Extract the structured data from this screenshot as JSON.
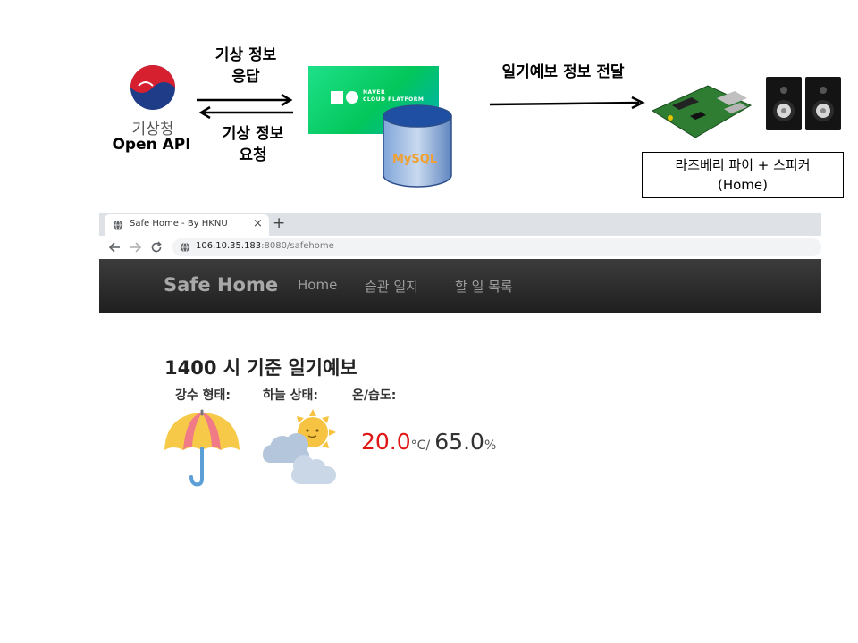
{
  "diagram": {
    "kma_name": "기상청",
    "open_api": "Open API",
    "weather_response": [
      "기상 정보",
      "응답"
    ],
    "weather_request": [
      "기상 정보",
      "요청"
    ],
    "ncp_text": [
      "NAVER",
      "CLOUD PLATFORM"
    ],
    "db_text": "MySQL",
    "forecast_transfer": "일기예보 정보 전달",
    "device_caption": [
      "라즈베리 파이 + 스피커",
      "(Home)"
    ]
  },
  "browser": {
    "tab_title": "Safe Home - By HKNU",
    "tab_close": "×",
    "new_tab": "+",
    "url_host": "106.10.35.183",
    "url_rest": ":8080/safehome"
  },
  "navbar": {
    "brand": "Safe Home",
    "links": [
      "Home",
      "습관 일지",
      "할 일 목록"
    ]
  },
  "forecast": {
    "title": "1400 시 기준 일기예보",
    "precip_label": "강수 형태:",
    "sky_label": "하늘 상태:",
    "temp_hum_label": "온/습도:",
    "temperature": "20.0",
    "temp_unit": "°C/",
    "humidity": "65.0",
    "humidity_unit": "%",
    "precip_icon": "umbrella-icon",
    "sky_icon": "partly-cloudy-icon"
  },
  "colors": {
    "temperature": "#e01616",
    "navbar": "#2a2a2a",
    "ncp_green": "#03c75a"
  }
}
